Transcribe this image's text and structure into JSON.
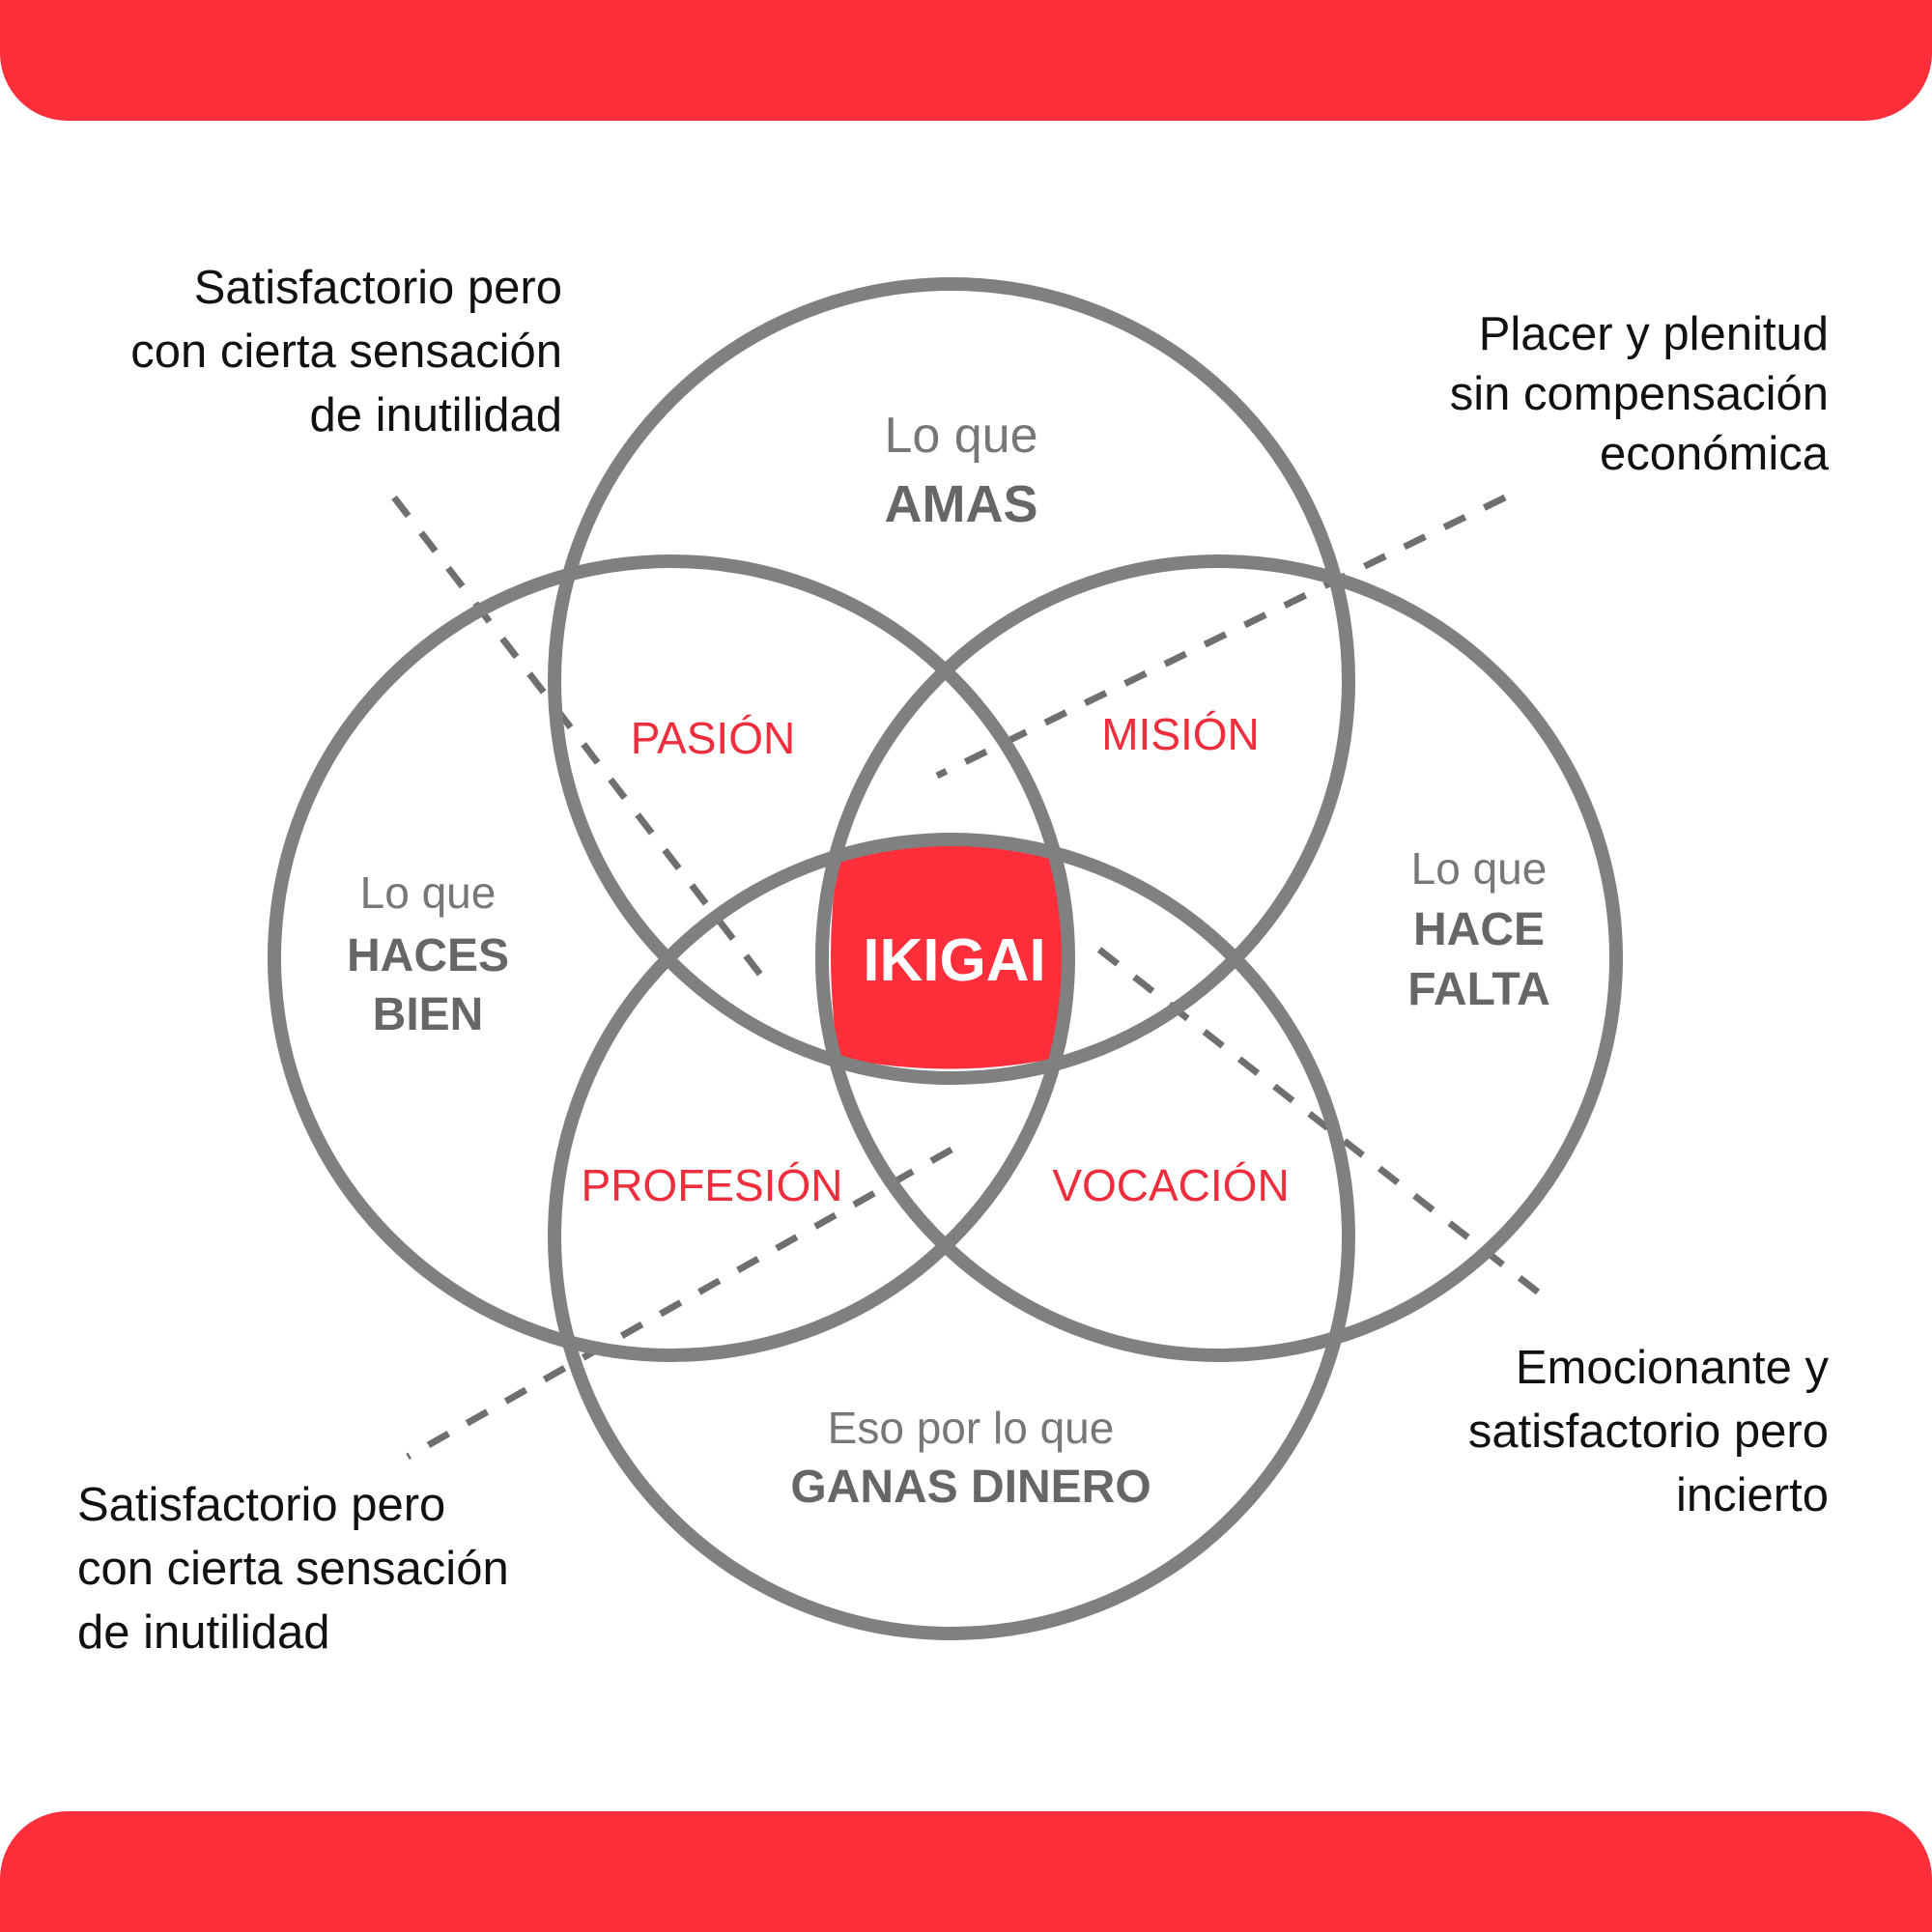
{
  "colors": {
    "accent": "#ff2e3b",
    "circle": "#808080",
    "text": "#111111"
  },
  "circles": {
    "top": {
      "line1": "Lo que",
      "line2": "AMAS"
    },
    "left": {
      "line1": "Lo que",
      "line2": "HACES",
      "line3": "BIEN"
    },
    "right": {
      "line1": "Lo que",
      "line2": "HACE",
      "line3": "FALTA"
    },
    "bottom": {
      "line1": "Eso por lo que",
      "line2": "GANAS DINERO"
    }
  },
  "zones": {
    "pasion": "PASIÓN",
    "mision": "MISIÓN",
    "profesion": "PROFESIÓN",
    "vocacion": "VOCACIÓN"
  },
  "center": "IKIGAI",
  "notes": {
    "top_left": [
      "Satisfactorio pero",
      "con cierta sensación",
      "de inutilidad"
    ],
    "top_right": [
      "Placer y plenitud",
      "sin compensación",
      "económica"
    ],
    "bottom_right": [
      "Emocionante y",
      "satisfactorio pero",
      "incierto"
    ],
    "bottom_left": [
      "Satisfactorio pero",
      "con cierta sensación",
      "de inutilidad"
    ]
  }
}
